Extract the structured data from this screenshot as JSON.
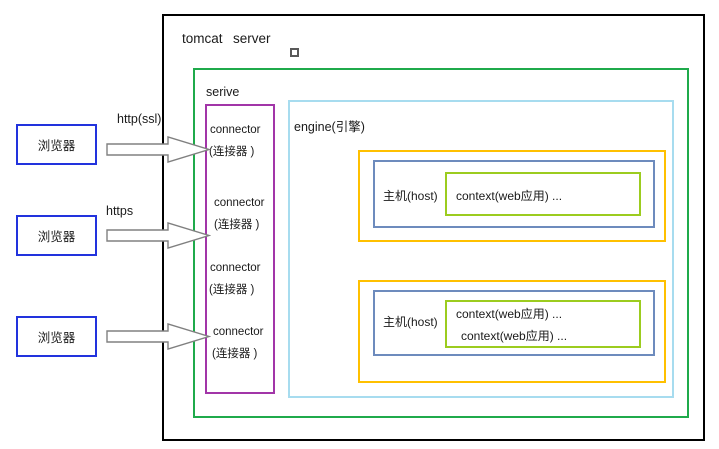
{
  "diagram": {
    "title_parts": {
      "tomcat": "tomcat",
      "server": "server"
    },
    "server_icon": "small-square-icon",
    "serive": {
      "label": "serive",
      "border_color": "#1faa4b"
    },
    "connectors": {
      "border_color": "#a235a8",
      "items": [
        {
          "en": "connector",
          "cn": "(连接器 )"
        },
        {
          "en": "connector",
          "cn": "(连接器 )"
        },
        {
          "en": "connector",
          "cn": "(连接器 )"
        },
        {
          "en": "connector",
          "cn": "(连接器 )"
        }
      ]
    },
    "engine": {
      "label": "engine(引擎)",
      "border_color": "#a7dcef"
    },
    "hosts": [
      {
        "label": "主机(host)",
        "outer_border_color": "#ffc000",
        "inner_border_color": "#6d8bbd",
        "context_border_color": "#9ccc1f",
        "contexts": [
          "context(web应用) ..."
        ]
      },
      {
        "label": "主机(host)",
        "outer_border_color": "#ffc000",
        "inner_border_color": "#6d8bbd",
        "context_border_color": "#9ccc1f",
        "contexts": [
          "context(web应用) ...",
          "context(web应用) ..."
        ]
      }
    ],
    "browsers": [
      {
        "label": "浏览器",
        "protocol": "http(ssl)"
      },
      {
        "label": "浏览器",
        "protocol": "https"
      },
      {
        "label": "浏览器",
        "protocol": ""
      }
    ],
    "browser_border_color": "#2233dd",
    "outer_border_color": "#000000"
  }
}
